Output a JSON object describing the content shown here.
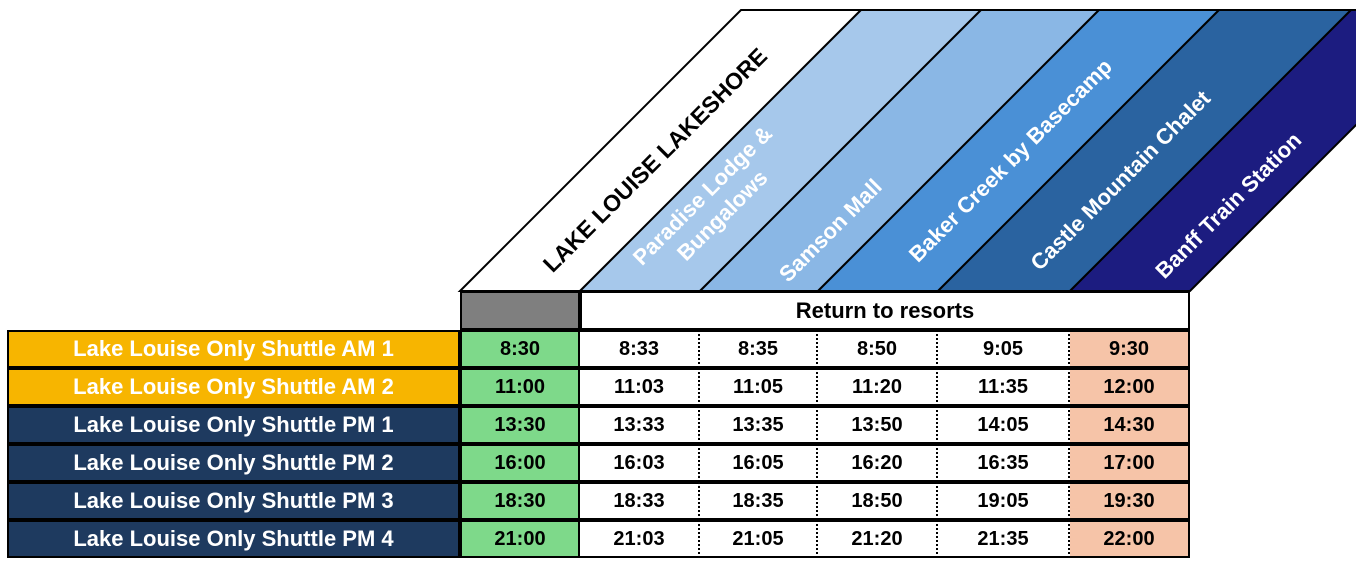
{
  "header": {
    "stops": [
      {
        "lines": [
          "LAKE LOUISE LAKESHORE"
        ],
        "bg": "#ffffff",
        "text_color": "#000000"
      },
      {
        "lines": [
          "Paradise Lodge &",
          "Bungalows"
        ],
        "bg": "#a6c8eb",
        "text_color": "#ffffff"
      },
      {
        "lines": [
          "Samson Mall"
        ],
        "bg": "#8ab7e5",
        "text_color": "#ffffff"
      },
      {
        "lines": [
          "Baker Creek by Basecamp"
        ],
        "bg": "#4a90d6",
        "text_color": "#ffffff"
      },
      {
        "lines": [
          "Castle Mountain Chalet"
        ],
        "bg": "#2a63a0",
        "text_color": "#ffffff"
      },
      {
        "lines": [
          "Banff Train Station"
        ],
        "bg": "#1c1c80",
        "text_color": "#ffffff"
      }
    ],
    "subheader": "Return to resorts"
  },
  "colors": {
    "am_row": "#f7b500",
    "pm_row": "#1e3a5f",
    "origin_col": "#7ed98a",
    "dest_col": "#f6c4a8",
    "grey_cell": "#7f7f7f"
  },
  "rows": [
    {
      "label": "Lake Louise Only Shuttle AM 1",
      "period": "am",
      "times": [
        "8:30",
        "8:33",
        "8:35",
        "8:50",
        "9:05",
        "9:30"
      ]
    },
    {
      "label": "Lake Louise Only Shuttle AM 2",
      "period": "am",
      "times": [
        "11:00",
        "11:03",
        "11:05",
        "11:20",
        "11:35",
        "12:00"
      ]
    },
    {
      "label": "Lake Louise Only Shuttle PM 1",
      "period": "pm",
      "times": [
        "13:30",
        "13:33",
        "13:35",
        "13:50",
        "14:05",
        "14:30"
      ]
    },
    {
      "label": "Lake Louise Only Shuttle PM 2",
      "period": "pm",
      "times": [
        "16:00",
        "16:03",
        "16:05",
        "16:20",
        "16:35",
        "17:00"
      ]
    },
    {
      "label": "Lake Louise Only Shuttle PM 3",
      "period": "pm",
      "times": [
        "18:30",
        "18:33",
        "18:35",
        "18:50",
        "19:05",
        "19:30"
      ]
    },
    {
      "label": "Lake Louise Only Shuttle PM 4",
      "period": "pm",
      "times": [
        "21:00",
        "21:03",
        "21:05",
        "21:20",
        "21:35",
        "22:00"
      ]
    }
  ]
}
